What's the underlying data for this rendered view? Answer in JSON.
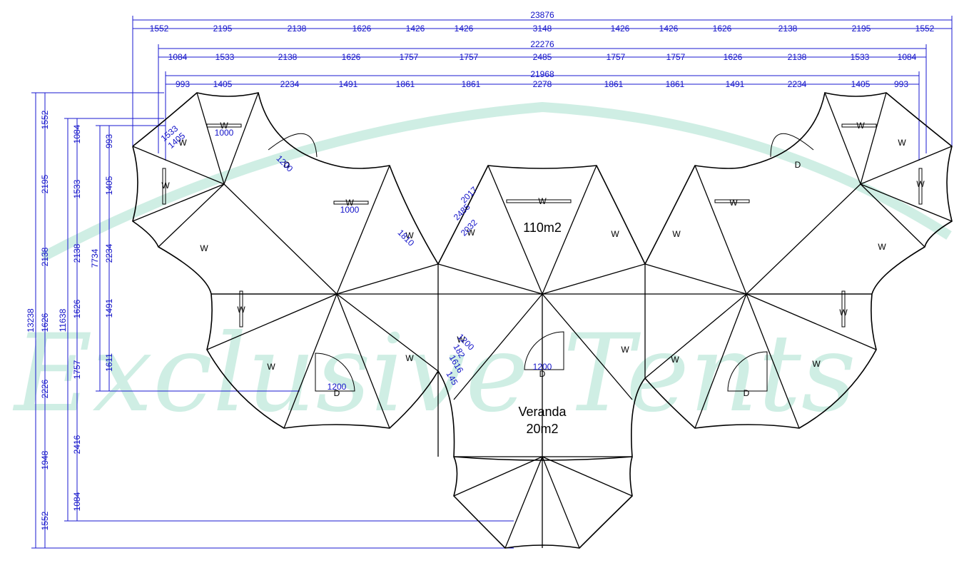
{
  "colors": {
    "dimension": "#1a1ad0",
    "outline": "#000000",
    "watermark": "#cfeee4"
  },
  "watermark": {
    "text": "Exclusive Tents"
  },
  "labels": {
    "main_area": "110m2",
    "veranda_title": "Veranda",
    "veranda_area": "20m2",
    "window": "W",
    "door": "D"
  },
  "dims_top": {
    "row1_total": "23876",
    "row1": [
      "1552",
      "2195",
      "2138",
      "1626",
      "1426",
      "1426",
      "3148",
      "1426",
      "1426",
      "1626",
      "2138",
      "2195",
      "1552"
    ],
    "row2_total": "22276",
    "row2": [
      "1084",
      "1533",
      "2138",
      "1626",
      "1757",
      "1757",
      "2485",
      "1757",
      "1757",
      "1626",
      "2138",
      "1533",
      "1084"
    ],
    "row3_total": "21968",
    "row3": [
      "993",
      "1405",
      "2234",
      "1491",
      "1861",
      "1861",
      "2278",
      "1861",
      "1861",
      "1491",
      "2234",
      "1405",
      "993"
    ]
  },
  "dims_left": {
    "outer_total": "13238",
    "outer": [
      "1552",
      "2195",
      "2138",
      "1626",
      "2226",
      "1948",
      "1552"
    ],
    "mid_total": "11638",
    "mid": [
      "1084",
      "1533",
      "2138",
      "1626",
      "1757",
      "2416",
      "1084"
    ],
    "inner_total": "7734",
    "inner": [
      "993",
      "1405",
      "2234",
      "1491",
      "1611"
    ]
  },
  "dims_inner": {
    "door_width": "1200",
    "window_width": "1000",
    "diag_a": "1533",
    "diag_b": "1405",
    "diag_c": "2017",
    "diag_d": "2485",
    "diag_e": "2032",
    "diag_f": "1810",
    "diag_g": "182",
    "diag_h": "1616",
    "diag_i": "145"
  }
}
